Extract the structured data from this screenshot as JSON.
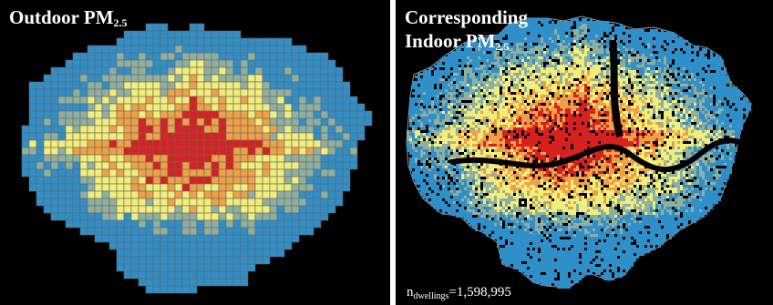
{
  "panels": {
    "left": {
      "title_main": "Outdoor PM",
      "title_sub": "2.5"
    },
    "right": {
      "title_line1": "Corresponding",
      "title_line2_main": "Indoor PM",
      "title_line2_sub": "2.5",
      "count_label_main": "n",
      "count_label_sub": "dwellings",
      "count_value": "=1,598,995"
    }
  },
  "colors": {
    "background": "#000000",
    "grid_line": "#666666",
    "boundary": "#9a9a9a",
    "river": "#000000",
    "scale": [
      "#2f8fc9",
      "#8fb0a0",
      "#f2ee7a",
      "#efa146",
      "#d8201f"
    ]
  }
}
